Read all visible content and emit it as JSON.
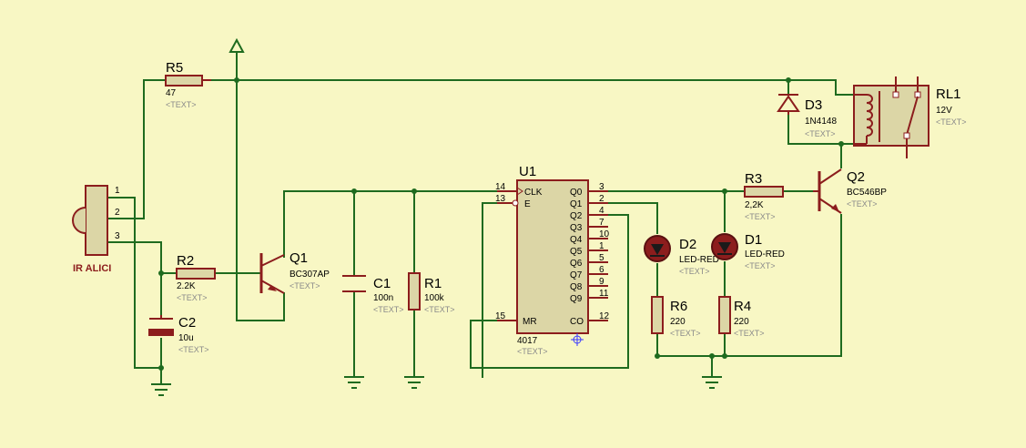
{
  "components": {
    "r5": {
      "ref": "R5",
      "value": "47",
      "text": "<TEXT>"
    },
    "r2": {
      "ref": "R2",
      "value": "2.2K",
      "text": "<TEXT>"
    },
    "r3": {
      "ref": "R3",
      "value": "2,2K",
      "text": "<TEXT>"
    },
    "r1": {
      "ref": "R1",
      "value": "100k",
      "text": "<TEXT>"
    },
    "r6": {
      "ref": "R6",
      "value": "220",
      "text": "<TEXT>"
    },
    "r4": {
      "ref": "R4",
      "value": "220",
      "text": "<TEXT>"
    },
    "c1": {
      "ref": "C1",
      "value": "100n",
      "text": "<TEXT>"
    },
    "c2": {
      "ref": "C2",
      "value": "10u",
      "text": "<TEXT>"
    },
    "q1": {
      "ref": "Q1",
      "value": "BC307AP",
      "text": "<TEXT>"
    },
    "q2": {
      "ref": "Q2",
      "value": "BC546BP",
      "text": "<TEXT>"
    },
    "d1": {
      "ref": "D1",
      "value": "LED-RED",
      "text": "<TEXT>"
    },
    "d2": {
      "ref": "D2",
      "value": "LED-RED",
      "text": "<TEXT>"
    },
    "d3": {
      "ref": "D3",
      "value": "1N4148",
      "text": "<TEXT>"
    },
    "rl1": {
      "ref": "RL1",
      "value": "12V",
      "text": "<TEXT>"
    },
    "u1": {
      "ref": "U1",
      "value": "4017",
      "text": "<TEXT>"
    },
    "ir": {
      "label": "IR ALICI",
      "pins": [
        "1",
        "2",
        "3"
      ]
    }
  },
  "u1_pins": {
    "left": [
      {
        "num": "14",
        "name": "CLK"
      },
      {
        "num": "13",
        "name": "E"
      },
      {
        "num": "15",
        "name": "MR"
      }
    ],
    "right": [
      {
        "num": "3",
        "name": "Q0"
      },
      {
        "num": "2",
        "name": "Q1"
      },
      {
        "num": "4",
        "name": "Q2"
      },
      {
        "num": "7",
        "name": "Q3"
      },
      {
        "num": "10",
        "name": "Q4"
      },
      {
        "num": "1",
        "name": "Q5"
      },
      {
        "num": "5",
        "name": "Q6"
      },
      {
        "num": "6",
        "name": "Q7"
      },
      {
        "num": "9",
        "name": "Q8"
      },
      {
        "num": "11",
        "name": "Q9"
      },
      {
        "num": "12",
        "name": "CO"
      }
    ]
  }
}
